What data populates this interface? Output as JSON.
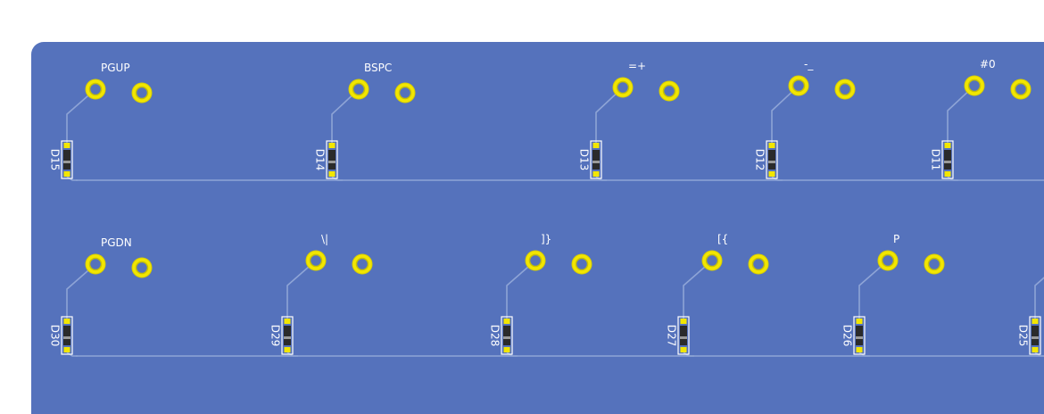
{
  "colors": {
    "board": "#5572bc",
    "trace": "#8ea4d6",
    "pad": "#f2e600",
    "pad_ring": "#d9cf00",
    "diode_body": "#2b2b2b",
    "silkscreen": "#ffffff"
  },
  "rows": [
    {
      "switches": [
        {
          "label": "PGUP",
          "diode": "D15"
        },
        {
          "label": "BSPC",
          "diode": "D14"
        },
        {
          "label": "=+",
          "diode": "D13"
        },
        {
          "label": "-_",
          "diode": "D12"
        },
        {
          "label": "#0",
          "diode": "D11"
        }
      ]
    },
    {
      "switches": [
        {
          "label": "PGDN",
          "diode": "D30"
        },
        {
          "label": "\\|",
          "diode": "D29"
        },
        {
          "label": "]}",
          "diode": "D28"
        },
        {
          "label": "[{",
          "diode": "D27"
        },
        {
          "label": "P",
          "diode": "D26"
        },
        {
          "label": "",
          "diode": "D25"
        }
      ]
    }
  ]
}
